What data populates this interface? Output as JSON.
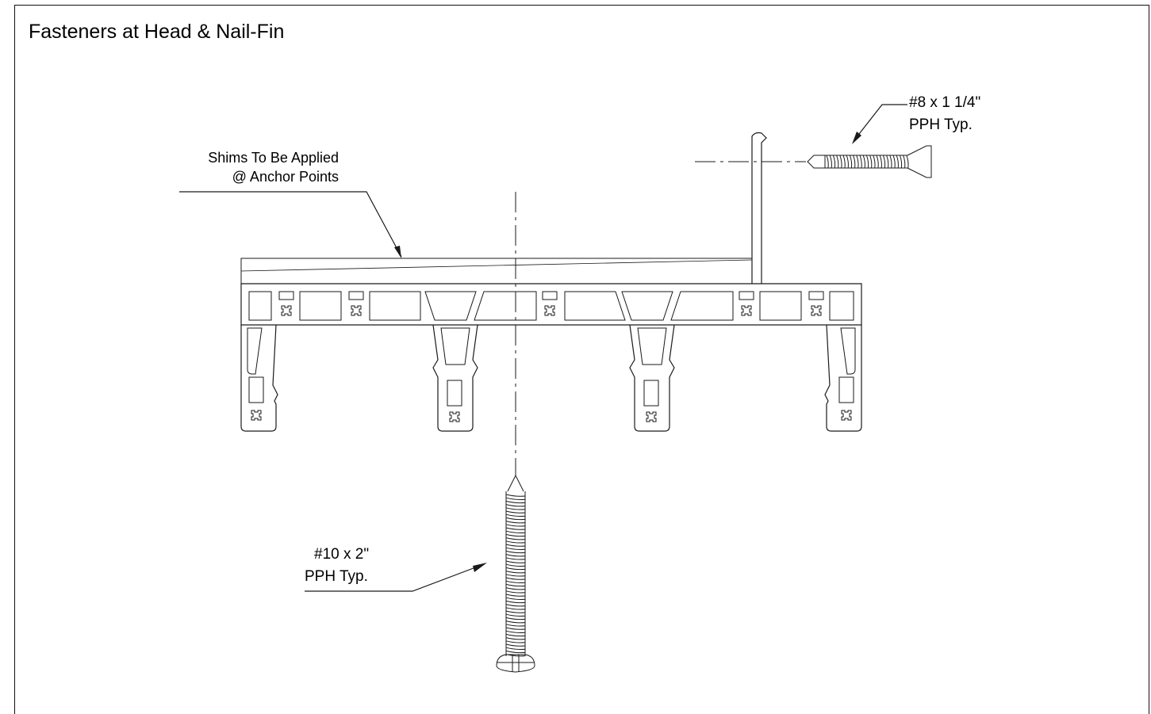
{
  "title": "Fasteners at Head & Nail-Fin",
  "callouts": {
    "shims": {
      "line1": "Shims To Be Applied",
      "line2": "@ Anchor Points"
    },
    "head_screw": {
      "line1": "#10 x 2\"",
      "line2": "PPH Typ."
    },
    "fin_screw": {
      "line1": "#8 x 1 1/4\"",
      "line2": "PPH Typ."
    }
  },
  "colors": {
    "line": "#1a1a1a",
    "background": "#ffffff"
  }
}
